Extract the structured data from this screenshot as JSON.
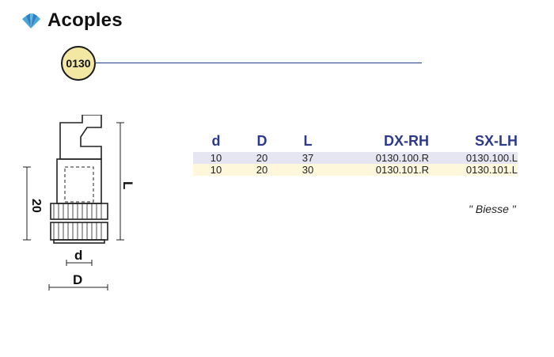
{
  "header": {
    "title": "Acoples",
    "icon": "blue-fan-icon"
  },
  "code": {
    "label": "0130"
  },
  "drawing": {
    "dim_L": "L",
    "dim_20": "20",
    "dim_d": "d",
    "dim_D": "D"
  },
  "table": {
    "headers": [
      "d",
      "D",
      "L",
      "DX-RH",
      "SX-LH"
    ],
    "rows": [
      [
        "10",
        "20",
        "37",
        "0130.100.R",
        "0130.100.L"
      ],
      [
        "10",
        "20",
        "30",
        "0130.101.R",
        "0130.101.L"
      ]
    ]
  },
  "note": "\" Biesse \""
}
